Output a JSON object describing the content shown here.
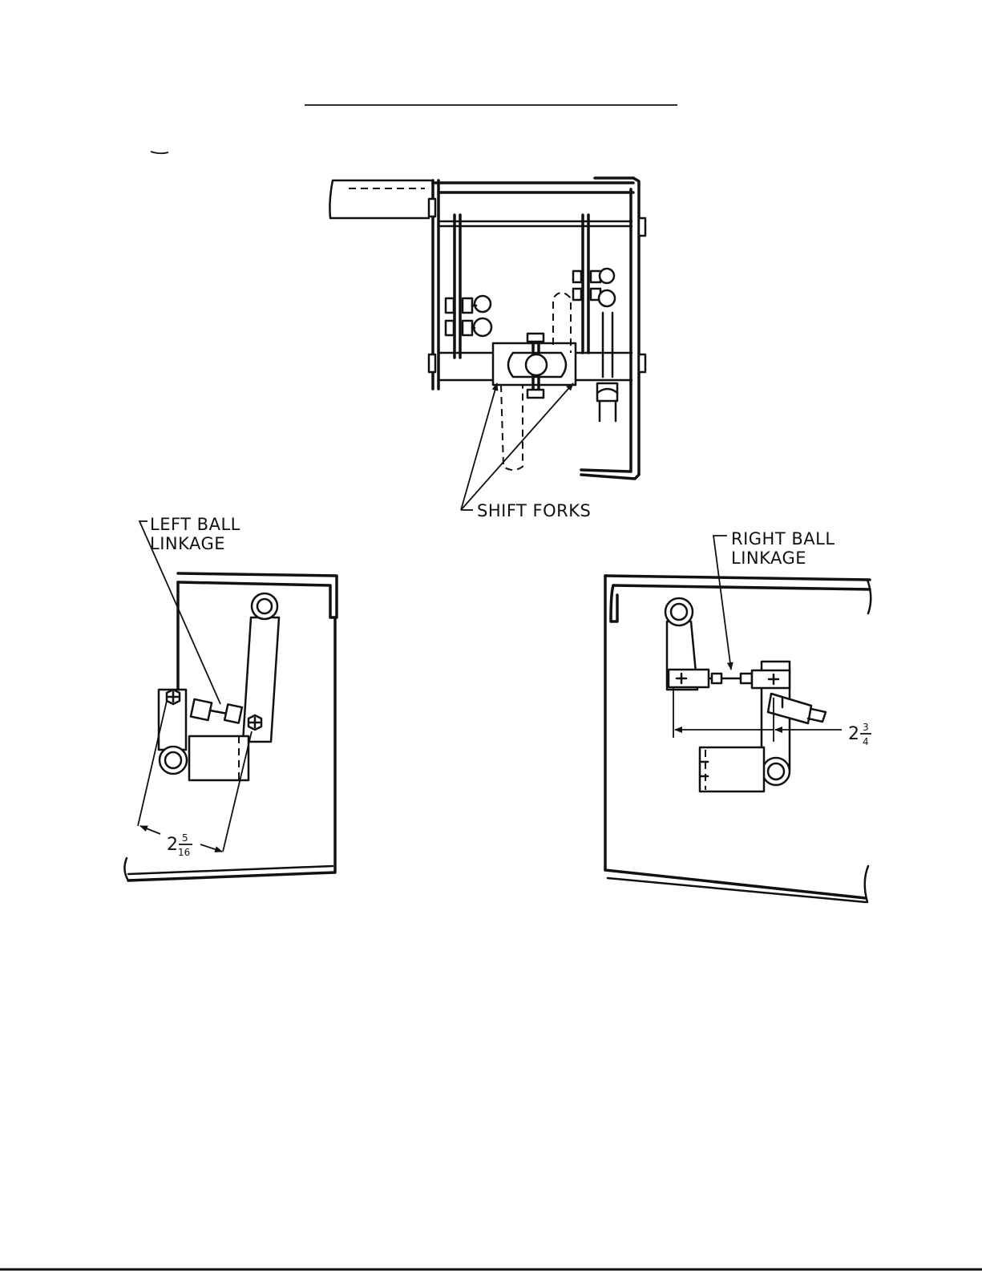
{
  "labels": {
    "shift_forks": "SHIFT FORKS",
    "left_ball_linkage_1": "LEFT BALL",
    "left_ball_linkage_2": "LINKAGE",
    "right_ball_linkage_1": "RIGHT BALL",
    "right_ball_linkage_2": "LINKAGE"
  },
  "dimensions": {
    "left": {
      "whole": "2",
      "numerator": "5",
      "denominator": "16"
    },
    "right": {
      "whole": "2",
      "numerator": "3",
      "denominator": "4"
    }
  }
}
